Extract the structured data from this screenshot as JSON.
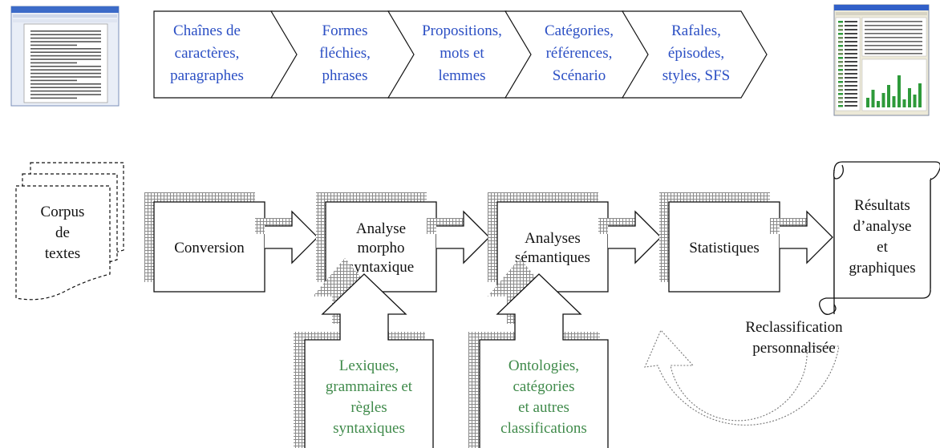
{
  "pipeline_chevrons": [
    {
      "lines": [
        "Chaînes de",
        "caractères,",
        "paragraphes"
      ]
    },
    {
      "lines": [
        "Formes",
        "fléchies,",
        "phrases"
      ]
    },
    {
      "lines": [
        "Propositions,",
        "mots et",
        "lemmes"
      ]
    },
    {
      "lines": [
        "Catégories,",
        "références,",
        "Scénario"
      ]
    },
    {
      "lines": [
        "Rafales,",
        "épisodes,",
        "styles, SFS"
      ]
    }
  ],
  "corpus": {
    "lines": [
      "Corpus",
      "de",
      "textes"
    ]
  },
  "stages": [
    {
      "lines": [
        "Conversion"
      ]
    },
    {
      "lines": [
        "Analyse",
        "morpho",
        "syntaxique"
      ]
    },
    {
      "lines": [
        "Analyses",
        "sémantiques"
      ]
    },
    {
      "lines": [
        "Statistiques"
      ]
    }
  ],
  "results": {
    "lines": [
      "Résultats",
      "d’analyse",
      "et",
      "graphiques"
    ]
  },
  "resources": [
    {
      "lines": [
        "Lexiques,",
        "grammaires et",
        "règles",
        "syntaxiques"
      ]
    },
    {
      "lines": [
        "Ontologies,",
        "catégories",
        "et autres",
        "classifications"
      ]
    }
  ],
  "reclassification": {
    "lines": [
      "Reclassification",
      "personnalisée"
    ]
  },
  "colors": {
    "blue_text": "#2b4fc4",
    "green_text": "#3f8a4a",
    "chart_green": "#2e9a3a"
  }
}
